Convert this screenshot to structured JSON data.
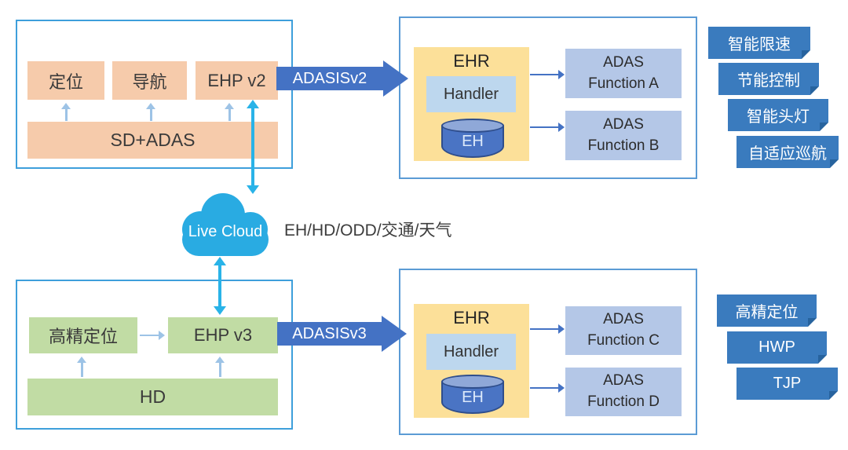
{
  "diagram": {
    "top": {
      "source": {
        "modules": {
          "positioning": "定位",
          "navigation": "导航",
          "ehp": "EHP v2"
        },
        "platform": "SD+ADAS"
      },
      "protocol": "ADASISv2",
      "receiver": {
        "title": "EHR",
        "handler": "Handler",
        "horizon": "EH"
      },
      "functions": {
        "a": "ADAS Function A",
        "b": "ADAS Function B"
      },
      "use_cases": [
        "智能限速",
        "节能控制",
        "智能头灯",
        "自适应巡航"
      ]
    },
    "cloud": {
      "name": "Live Cloud",
      "services": "EH/HD/ODD/交通/天气"
    },
    "bottom": {
      "source": {
        "modules": {
          "positioning": "高精定位",
          "ehp": "EHP v3"
        },
        "platform": "HD"
      },
      "protocol": "ADASISv3",
      "receiver": {
        "title": "EHR",
        "handler": "Handler",
        "horizon": "EH"
      },
      "functions": {
        "c": "ADAS Function C",
        "d": "ADAS Function D"
      },
      "use_cases": [
        "高精定位",
        "HWP",
        "TJP"
      ]
    },
    "palette": {
      "salmon_box": "#F6CBAB",
      "green_box": "#C1DCA4",
      "ehr_yellow": "#FCE099",
      "handler_blue": "#BDD7EE",
      "function_blue": "#B4C7E7",
      "accent_blue": "#4472C4",
      "tag_blue": "#3A7BBE",
      "cloud_blue": "#29ABE2",
      "cyan_arrow": "#29B3E8",
      "container_border": "#3E9FDB"
    }
  }
}
